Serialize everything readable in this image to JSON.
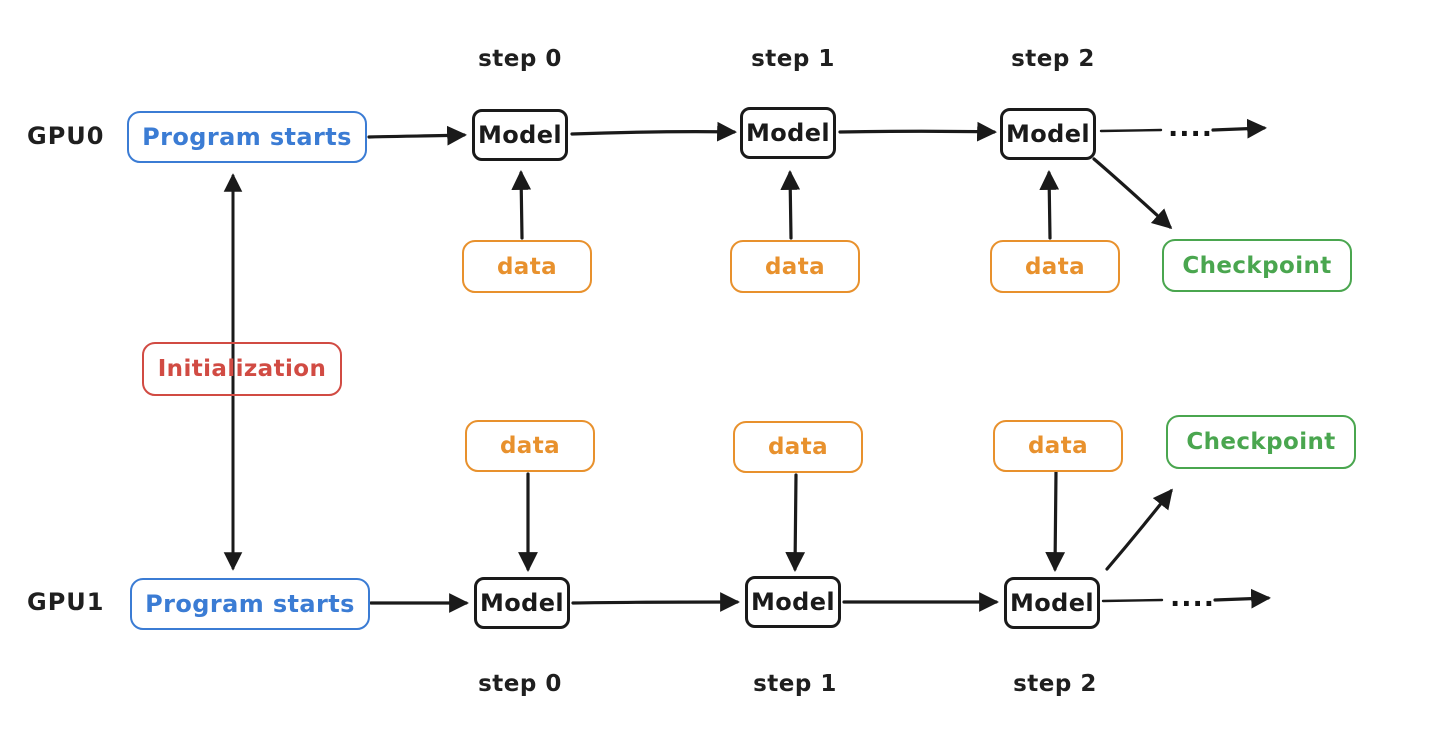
{
  "diagram": {
    "type": "flowchart",
    "topic": "Distributed training timeline across two GPUs with per-step data feeds and checkpointing",
    "colors": {
      "program_box": "#3b7cd4",
      "data_box": "#e8912d",
      "initialization_box": "#d14b43",
      "checkpoint_box": "#4aa64f",
      "model_box_and_lines": "#1a1a1a",
      "background": "#ffffff"
    },
    "labels": {
      "gpu0": "GPU0",
      "gpu1": "GPU1",
      "program_starts": "Program starts",
      "initialization": "Initialization",
      "model": "Model",
      "data": "data",
      "checkpoint": "Checkpoint",
      "step0": "step 0",
      "step1": "step 1",
      "step2": "step 2",
      "ellipsis": "...."
    },
    "edges": [
      "GPU0: Program starts -> Model (step 0) -> Model (step 1) -> Model (step 2) -> ....",
      "GPU0: data -> Model at step 0, step 1, step 2 (arrows point up into Model)",
      "GPU0: Model (step 2) -> Checkpoint (diagonal arrow down-right)",
      "Initialization: double-headed vertical arrow between GPU0 Program starts and GPU1 Program starts",
      "GPU1: Program starts -> Model (step 0) -> Model (step 1) -> Model (step 2) -> ....",
      "GPU1: data -> Model at step 0, step 1, step 2 (arrows point down into Model)",
      "GPU1: Model (step 2) -> Checkpoint (diagonal arrow up-right)"
    ]
  }
}
